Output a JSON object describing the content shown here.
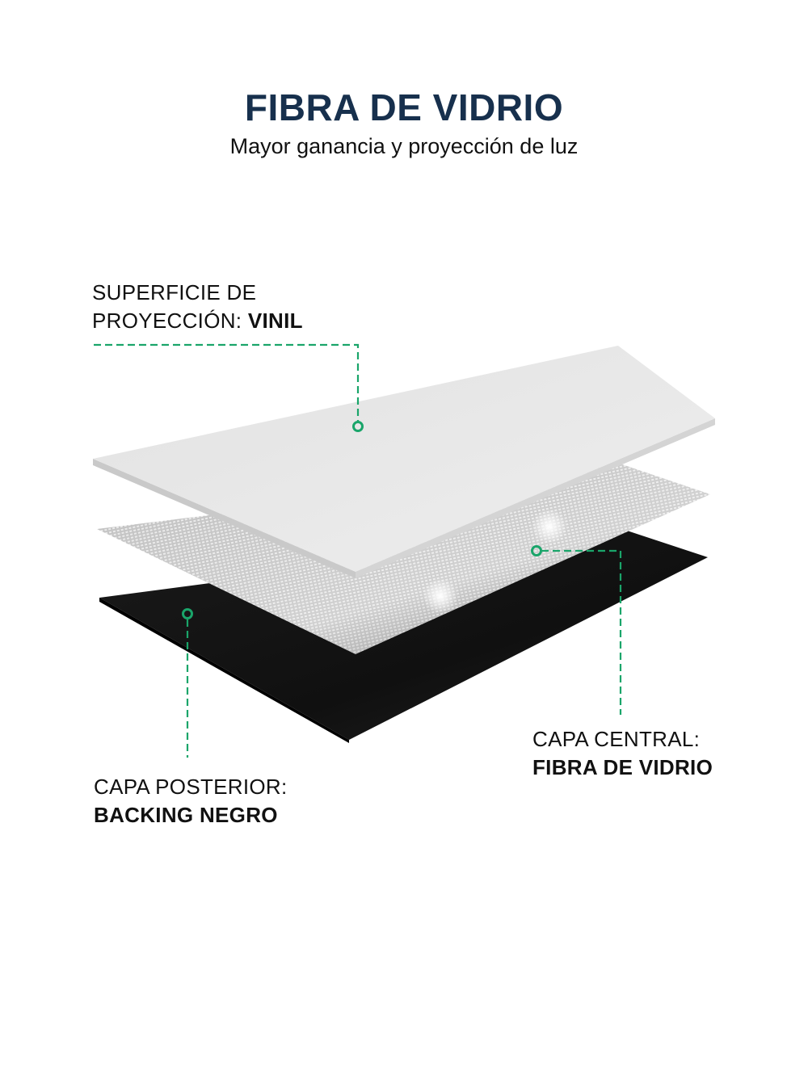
{
  "header": {
    "title": "FIBRA DE VIDRIO",
    "subtitle": "Mayor ganancia y proyección de luz"
  },
  "layers": [
    {
      "line1": "SUPERFICIE DE",
      "line2_prefix": "PROYECCIÓN: ",
      "line2_bold": "VINIL"
    },
    {
      "line1": "CAPA CENTRAL:",
      "line2_bold": "FIBRA DE VIDRIO"
    },
    {
      "line1": "CAPA POSTERIOR:",
      "line2_bold": "BACKING NEGRO"
    }
  ],
  "colors": {
    "title": "#17304d",
    "callout": "#1aa56a"
  }
}
